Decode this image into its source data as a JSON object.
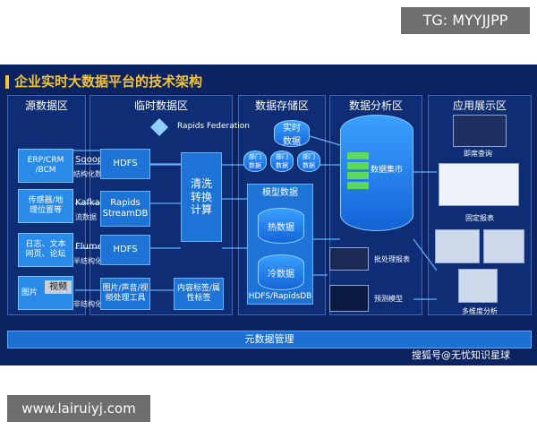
{
  "top_tag": "TG: MYYJJPP",
  "url_tag": "www.lairuiyj.com",
  "diagram": {
    "title": "企业实时大数据平台的技术架构",
    "sections": {
      "source": "源数据区",
      "temp": "临时数据区",
      "storage": "数据存储区",
      "analysis": "数据分析区",
      "display": "应用展示区"
    },
    "sources": [
      {
        "label": "ERP/CRM\n/BCM",
        "tool": "Sqoop",
        "type": "结构化数据"
      },
      {
        "label": "传感器/地\n理位置等",
        "tool": "Kafka",
        "type": "流数据"
      },
      {
        "label": "日志、文本\n网页、论坛",
        "tool": "Flume",
        "type": "半结构化"
      },
      {
        "label": "图片",
        "tool": "视频",
        "type": "非结构化"
      }
    ],
    "temp_boxes": [
      "HDFS",
      "Rapids\nStreamDB",
      "HDFS",
      "图片/声音/视\n频处理工具"
    ],
    "rapids_federation": "Rapids Federation",
    "clean_box": "清洗\n转换\n计算",
    "tag_box": "内容标签/属\n性标签",
    "storage": {
      "realtime": "实时\n数据",
      "depts": [
        "部门\n数据",
        "部门\n数据",
        "部门\n数据"
      ],
      "model": "模型数据",
      "hot": "热数据",
      "cold": "冷数据",
      "store": "HDFS/RapidsDB"
    },
    "analysis": {
      "mart": "数据集市",
      "batch": "批处理报表",
      "predict": "预测模型"
    },
    "display": {
      "instant": "即席查询",
      "fixed": "固定报表",
      "multidim": "多维度分析"
    },
    "meta": "元数据管理",
    "credit": "搜狐号@无忧知识星球"
  }
}
